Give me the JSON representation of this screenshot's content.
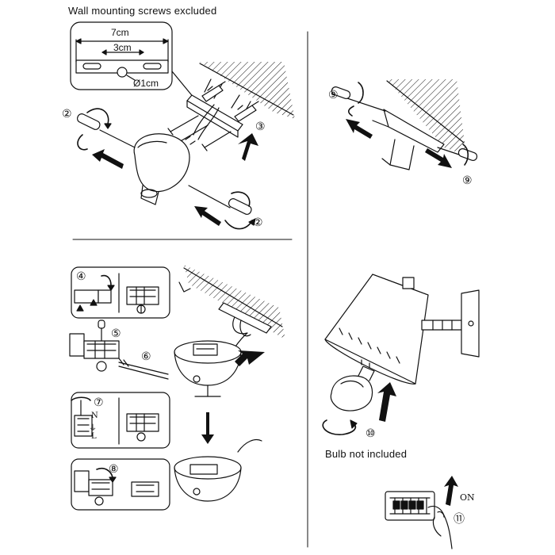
{
  "header": {
    "title": "Wall mounting screws excluded"
  },
  "dimensions": {
    "outer": "7cm",
    "inner": "3cm",
    "hole": "Ø1cm"
  },
  "steps": {
    "s2": "②",
    "s3": "③",
    "s4": "④",
    "s5": "⑤",
    "s6": "⑥",
    "s7": "⑦",
    "s8": "⑧",
    "s9": "⑨",
    "s10": "⑩",
    "s11": "⑪"
  },
  "wire_marks": {
    "n": "N",
    "earth": "⏚",
    "l": "L"
  },
  "notes": {
    "bulb": "Bulb not included",
    "switch_on": "ON"
  },
  "colors": {
    "line": "#111111",
    "background": "#ffffff"
  },
  "icons": {
    "screwdriver": "screwdriver-icon",
    "rotate": "rotate-arrow-icon",
    "push": "push-arrow-icon",
    "hand": "hand-icon",
    "breaker": "circuit-breaker-icon"
  }
}
